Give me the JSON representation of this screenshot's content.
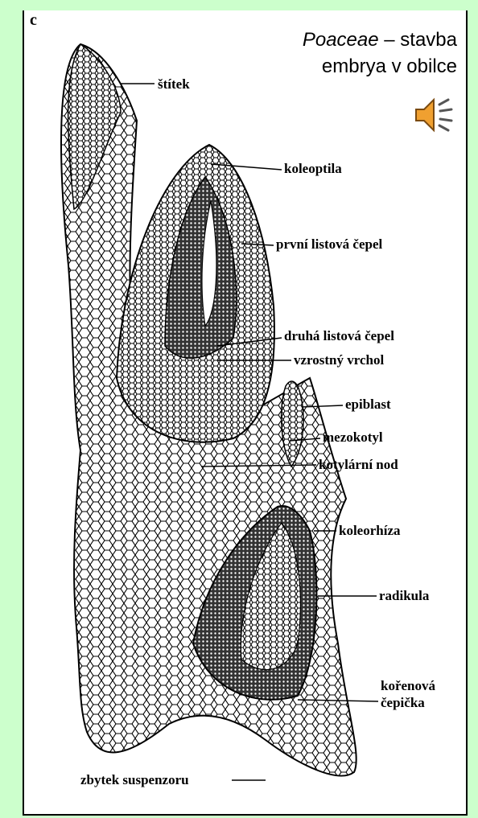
{
  "panel_letter": "c",
  "title": {
    "family": "Poaceae",
    "dash": " – stavba",
    "line2": "embrya v obilce"
  },
  "icons": {
    "speaker": "speaker-icon"
  },
  "labels": {
    "stitek": "štítek",
    "koleoptila": "koleoptila",
    "prvni_cepel": "první listová čepel",
    "druha_cepel": "druhá listová čepel",
    "vzrostny_vrchol": "vzrostný  vrchol",
    "epiblast": "epiblast",
    "mezokotyl": "mezokotyl",
    "kotylarni_nod": "kotylární nod",
    "koleorhiza": "koleorhíza",
    "radikula": "radikula",
    "korenova1": "kořenová",
    "korenova2": "čepička",
    "suspenzor": "zbytek suspenzoru"
  },
  "colors": {
    "background": "#ccffcc",
    "panel": "#ffffff",
    "speaker": "#f0a030"
  }
}
